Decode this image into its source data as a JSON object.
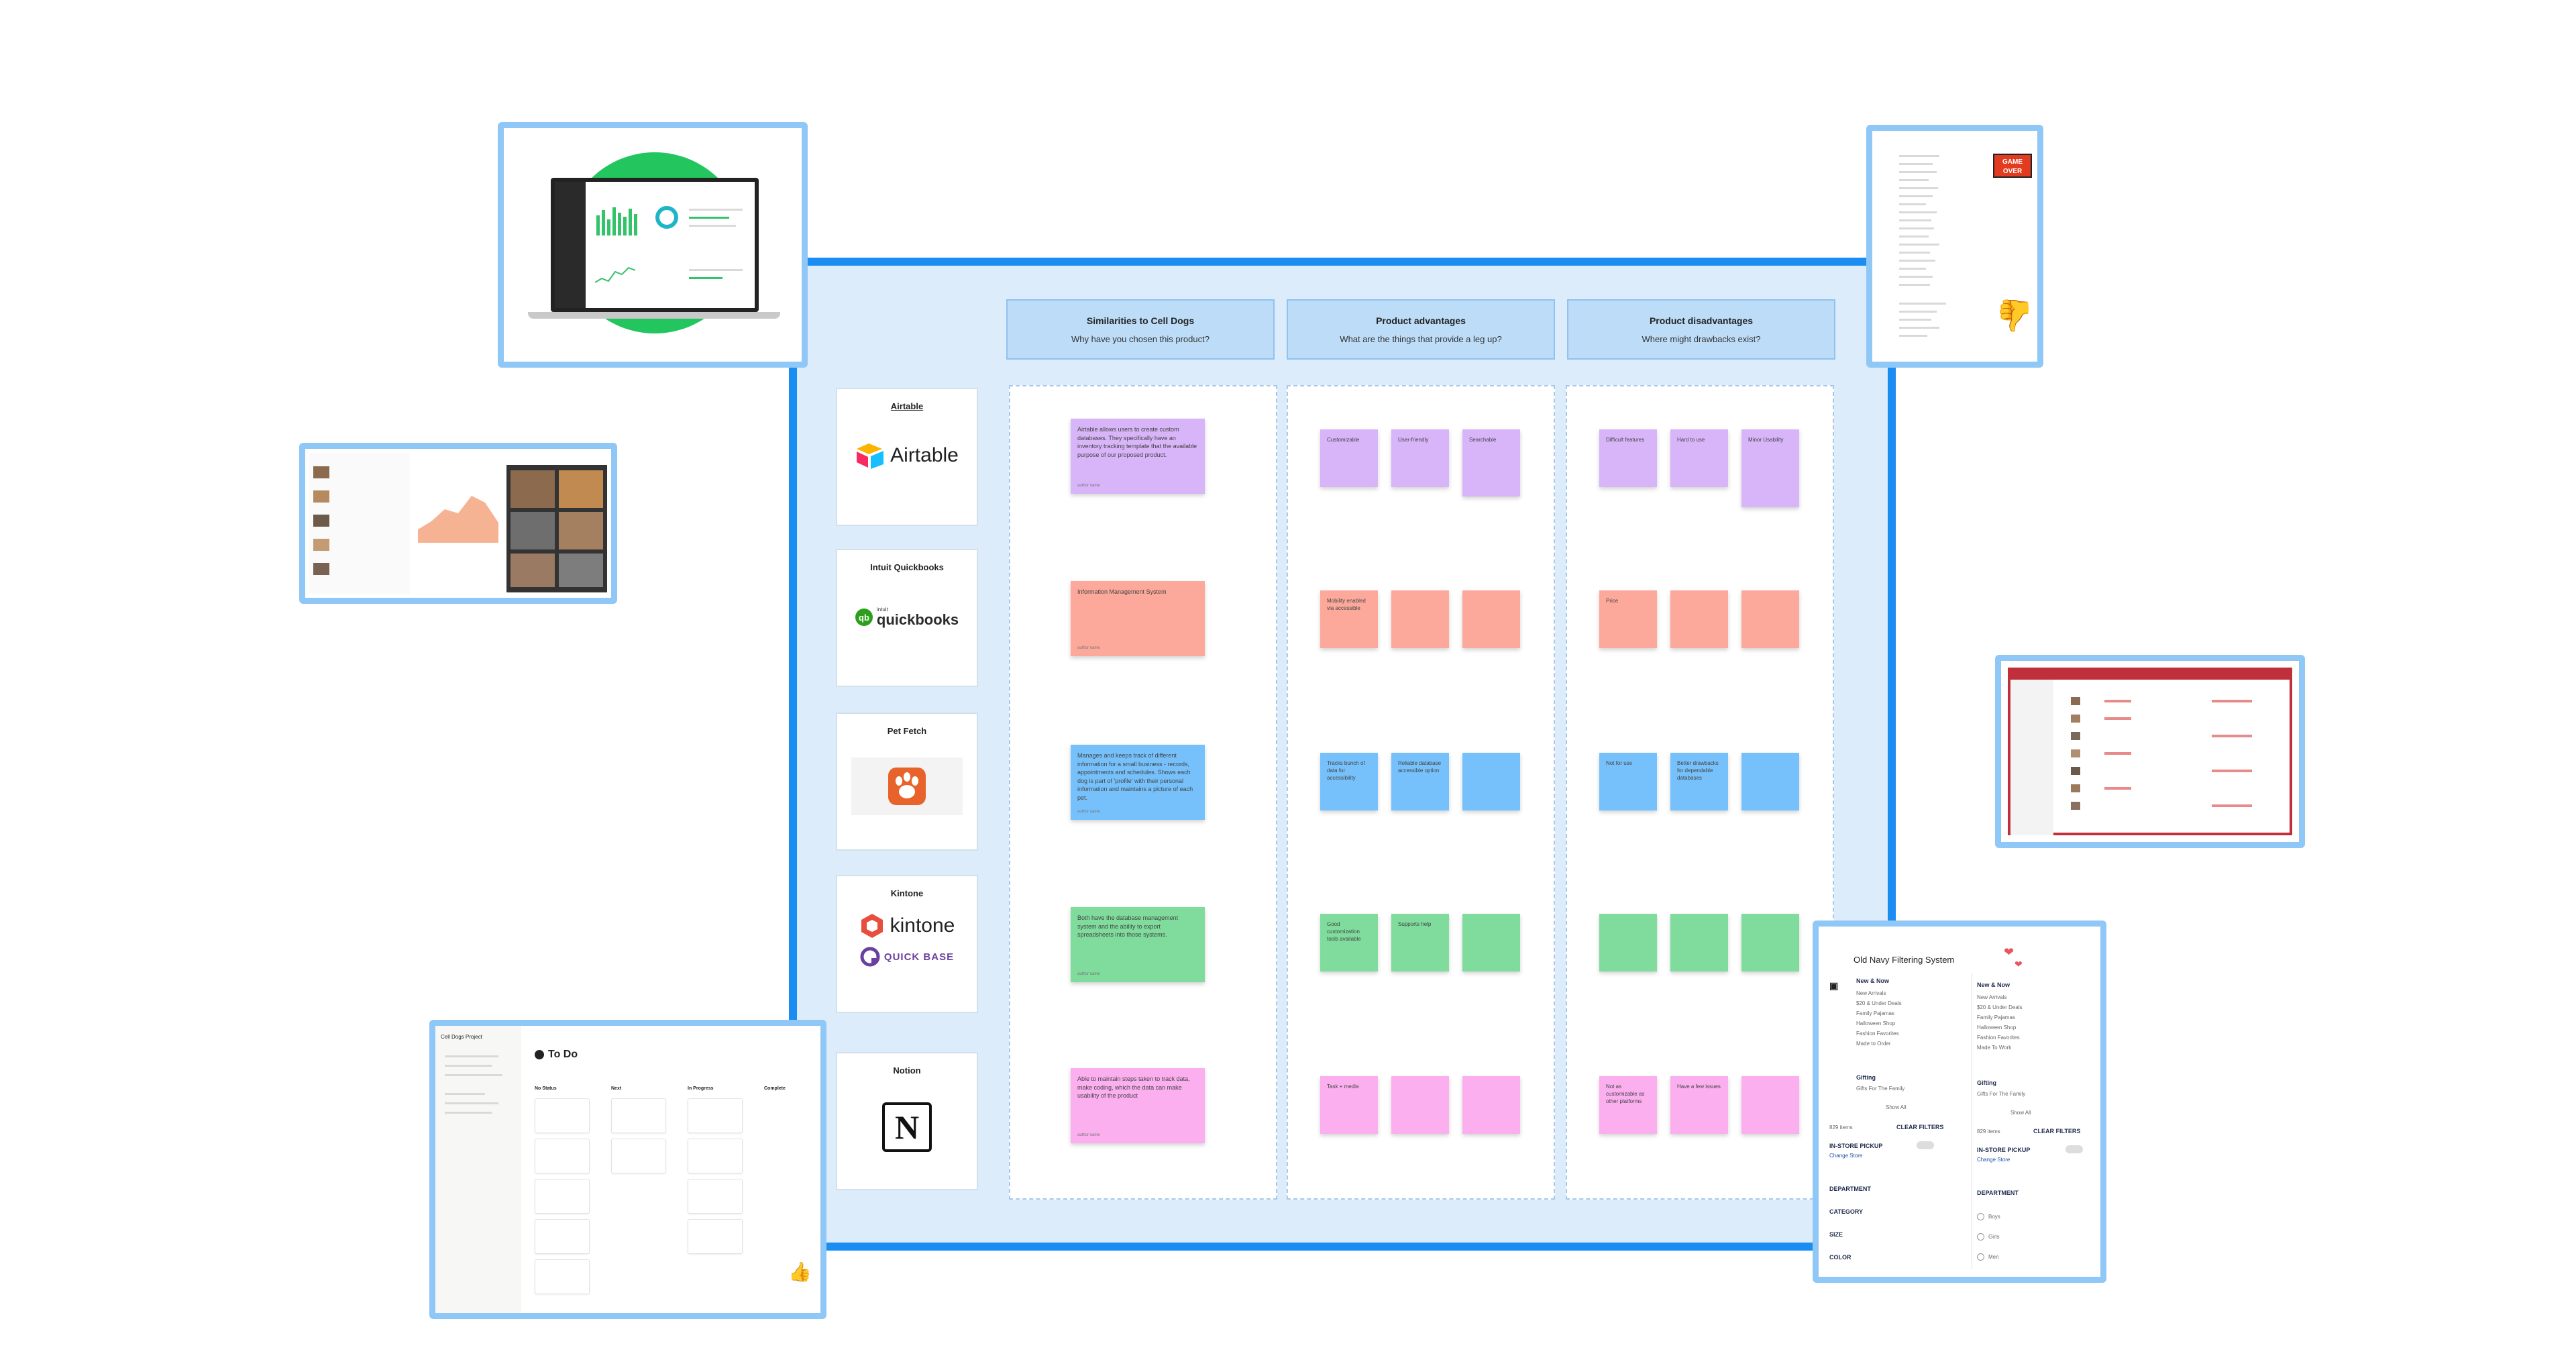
{
  "columns": [
    {
      "title": "Similarities to Cell Dogs",
      "subtitle": "Why have you chosen this product?"
    },
    {
      "title": "Product advantages",
      "subtitle": "What are the things that provide a leg up?"
    },
    {
      "title": "Product disadvantages",
      "subtitle": "Where might drawbacks exist?"
    }
  ],
  "products": [
    {
      "name": "Airtable",
      "logo": "Airtable"
    },
    {
      "name": "Intuit Quickbooks",
      "logo_small": "intuit",
      "logo": "quickbooks"
    },
    {
      "name": "Pet Fetch"
    },
    {
      "name": "Kintone",
      "logo": "kintone",
      "logo2": "QUICK BASE"
    },
    {
      "name": "Notion",
      "logo": "N"
    }
  ],
  "similarities": [
    "Airtable allows users to create custom databases. They specifically have an inventory tracking template that the available purpose of our proposed product.",
    "Information Management System",
    "Manages and keeps track of different information for a small business - records, appointments and schedules. Shows each dog is part of 'profile' with their personal information and maintains a picture of each pet.",
    "Both have the database management system and the ability to export spreadsheets into those systems.",
    "Able to maintain steps taken to track data, make coding, which the data can make usability of the product"
  ],
  "advantages": [
    [
      "Customizable",
      "User-friendly",
      "Searchable"
    ],
    [
      "Mobility enabled via accessible",
      "",
      ""
    ],
    [
      "Tracks bunch of data for accessibility",
      "Reliable database accessible option",
      ""
    ],
    [
      "Good customization tools available",
      "Supports help",
      ""
    ],
    [
      "Task + media",
      "",
      ""
    ]
  ],
  "disadvantages": [
    [
      "Difficult features",
      "Hard to use",
      "Minor Usability"
    ],
    [
      "Price",
      "",
      ""
    ],
    [
      "Not for use",
      "Better drawbacks for dependable databases",
      ""
    ],
    [
      "",
      "",
      ""
    ],
    [
      "Not as customizable as other platforms",
      "Have a few issues",
      ""
    ]
  ],
  "sticky_author": "author name",
  "notion": {
    "page_title": "To Do",
    "workspace": "Cell Dogs Project",
    "groups": [
      "No Status",
      "Next",
      "In Progress",
      "Complete"
    ]
  },
  "game_over": "GAME OVER",
  "old_navy": {
    "title": "Old Navy Filtering System",
    "heading": "New & Now",
    "links": [
      "New Arrivals",
      "$20 & Under Deals",
      "Family Pajamas",
      "Halloween Shop",
      "Fashion Favorites",
      "Made to Order"
    ],
    "gifting": "Gifting",
    "gifting_link": "Gifts For The Family",
    "show_all": "Show All",
    "items_count": "829 items",
    "clear": "CLEAR FILTERS",
    "pickup": "IN-STORE PICKUP",
    "change_store": "Change Store",
    "filters": [
      "DEPARTMENT",
      "CATEGORY",
      "SIZE",
      "COLOR"
    ],
    "dept_options": [
      "Boys",
      "Girls",
      "Men"
    ],
    "right_heading": "New & Now",
    "right_links": [
      "New Arrivals",
      "$20 & Under Deals",
      "Family Pajamas",
      "Halloween Shop",
      "Fashion Favorites",
      "Made To Work"
    ]
  },
  "colors": {
    "board_border": "#1a8df2",
    "board_bg": "#dcecfa",
    "header_bg": "#bcdcf7",
    "frame_border": "#8fc8f7",
    "purple": "#d8b4f8",
    "salmon": "#fca99c",
    "blue": "#76c1fb",
    "green": "#7fdc9c",
    "pink": "#fbafef"
  }
}
